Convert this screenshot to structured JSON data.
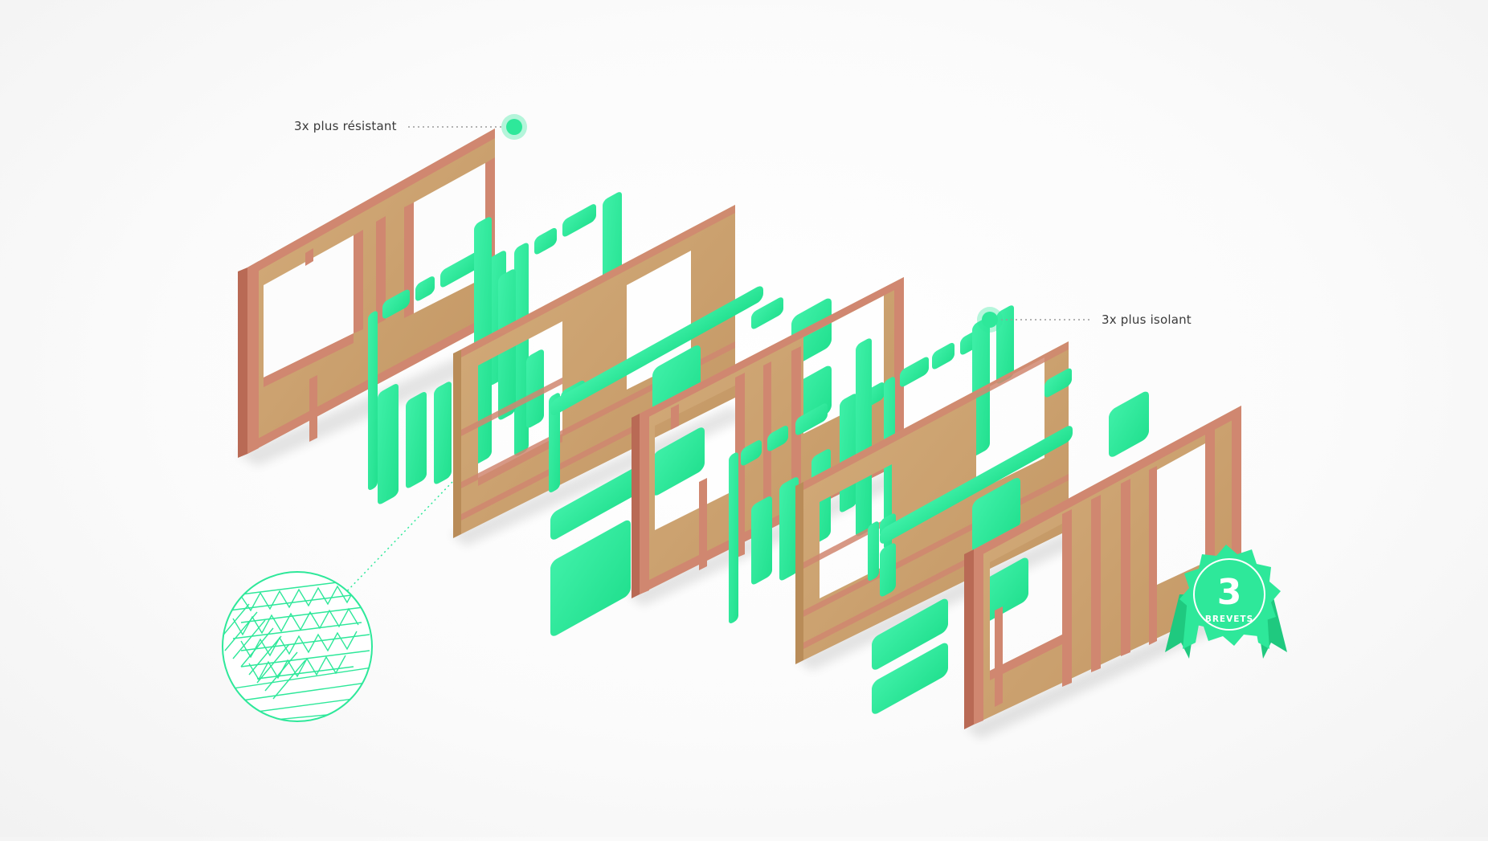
{
  "callouts": {
    "resistant": "3x plus résistant",
    "isolant": "3x plus isolant"
  },
  "badge": {
    "number": "3",
    "text": "BREVETS"
  },
  "colors": {
    "accent": "#2ee89a",
    "accent_dark": "#1fc97f",
    "wood": "#c9a06e",
    "wood_shade": "#b98c58",
    "stud": "#d08770",
    "stud_dark": "#b96a55",
    "callout_line": "#9a9a9a"
  }
}
